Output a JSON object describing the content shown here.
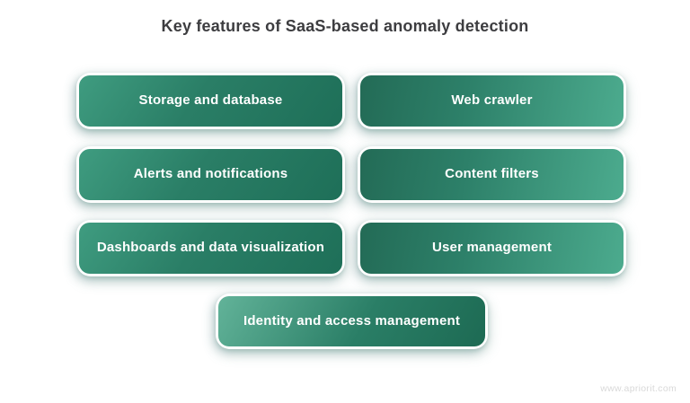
{
  "title": "Key features of SaaS-based anomaly detection",
  "boxes": {
    "storage": {
      "label": "Storage and database"
    },
    "web_crawler": {
      "label": "Web crawler"
    },
    "alerts": {
      "label": "Alerts and notifications"
    },
    "content_filters": {
      "label": "Content filters"
    },
    "dashboards": {
      "label": "Dashboards and data visualization"
    },
    "user_management": {
      "label": "User management"
    },
    "identity": {
      "label": "Identity and access management"
    }
  },
  "watermark": "www.apriorit.com",
  "colors": {
    "background": "#ffffff",
    "title_text": "#3d3d40",
    "box_text": "#ffffff",
    "green_dark": "#1e6f58",
    "green_mid": "#2a7e66",
    "green_light": "#4cab8e",
    "green_lighter": "#62b399",
    "box_ring": "#ffffff",
    "shadow_tint": "#6e9b91",
    "watermark_text": "#d9d9d9"
  }
}
